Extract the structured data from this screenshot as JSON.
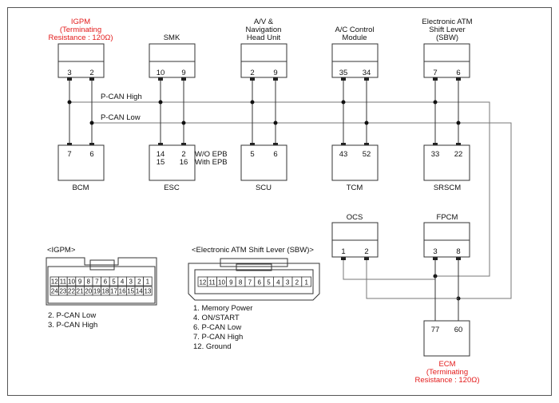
{
  "modules_top": [
    {
      "id": "igpm",
      "title_lines": [
        "IGPM",
        "(Terminating",
        "Resistance : 120Ω)"
      ],
      "red": true,
      "pins": [
        "3",
        "2"
      ]
    },
    {
      "id": "smk",
      "title_lines": [
        "SMK"
      ],
      "red": false,
      "pins": [
        "10",
        "9"
      ]
    },
    {
      "id": "av-head-unit",
      "title_lines": [
        "A/V &",
        "Navigation",
        "Head Unit"
      ],
      "red": false,
      "pins": [
        "2",
        "9"
      ]
    },
    {
      "id": "ac-control",
      "title_lines": [
        "A/C Control",
        "Module"
      ],
      "red": false,
      "pins": [
        "35",
        "34"
      ]
    },
    {
      "id": "sbw",
      "title_lines": [
        "Electronic ATM",
        "Shift Lever",
        "(SBW)"
      ],
      "red": false,
      "pins": [
        "7",
        "6"
      ]
    }
  ],
  "modules_bottom": [
    {
      "id": "bcm",
      "name": "BCM",
      "pins": [
        "7",
        "6"
      ]
    },
    {
      "id": "esc",
      "name": "ESC",
      "pins": [
        "14",
        "2"
      ],
      "pins_alt": [
        "15",
        "16"
      ],
      "note_1": "W/O EPB",
      "note_2": "With EPB"
    },
    {
      "id": "scu",
      "name": "SCU",
      "pins": [
        "5",
        "6"
      ]
    },
    {
      "id": "tcm",
      "name": "TCM",
      "pins": [
        "43",
        "52"
      ]
    },
    {
      "id": "srscm",
      "name": "SRSCM",
      "pins": [
        "33",
        "22"
      ]
    }
  ],
  "bus": {
    "high_label": "P-CAN High",
    "low_label": "P-CAN Low"
  },
  "ocs": {
    "name": "OCS",
    "pins": [
      "1",
      "2"
    ]
  },
  "fpcm": {
    "name": "FPCM",
    "pins": [
      "3",
      "8"
    ]
  },
  "ecm": {
    "pins": [
      "77",
      "60"
    ],
    "title_lines": [
      "ECM",
      "(Terminating",
      "Resistance : 120Ω)"
    ]
  },
  "igpm_connector": {
    "title": "<IGPM>",
    "row1": [
      "12",
      "11",
      "10",
      "9",
      "8",
      "7",
      "6",
      "5",
      "4",
      "3",
      "2",
      "1"
    ],
    "row2": [
      "24",
      "23",
      "22",
      "21",
      "20",
      "19",
      "18",
      "17",
      "16",
      "15",
      "14",
      "13"
    ],
    "legend": [
      "2. P-CAN Low",
      "3. P-CAN High"
    ]
  },
  "sbw_connector": {
    "title": "<Electronic ATM Shift Lever (SBW)>",
    "row": [
      "12",
      "11",
      "10",
      "9",
      "8",
      "7",
      "6",
      "5",
      "4",
      "3",
      "2",
      "1"
    ],
    "legend": [
      "1. Memory Power",
      "4. ON/START",
      "6. P-CAN Low",
      "7. P-CAN High",
      "12. Ground"
    ]
  },
  "colors": {
    "terminating_label": "#e31b1b",
    "line": "#333333"
  }
}
